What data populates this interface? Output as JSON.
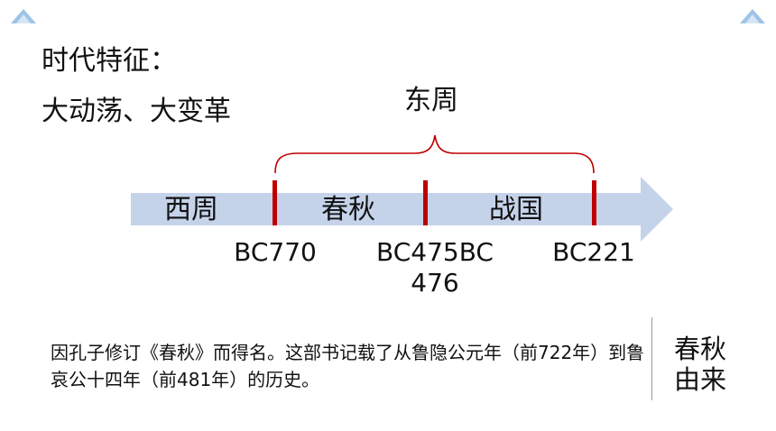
{
  "heading": {
    "title": "时代特征：",
    "subtitle": "大动荡、大变革"
  },
  "brace": {
    "label": "东周"
  },
  "timeline": {
    "segments": [
      "西周",
      "春秋",
      "战国"
    ],
    "dates": [
      "BC770",
      "BC475BC476",
      "BC221"
    ],
    "arrow_color": "#c5d3ea",
    "marker_color": "#c00000"
  },
  "description": "因孔子修订《春秋》而得名。这部书记载了从鲁隐公元年（前722年）到鲁哀公十四年（前481年）的历史。",
  "origin_label": "春秋由来",
  "colors": {
    "corner_triangle": "#9ec3e8",
    "corner_triangle_light": "#d6e6f6"
  }
}
